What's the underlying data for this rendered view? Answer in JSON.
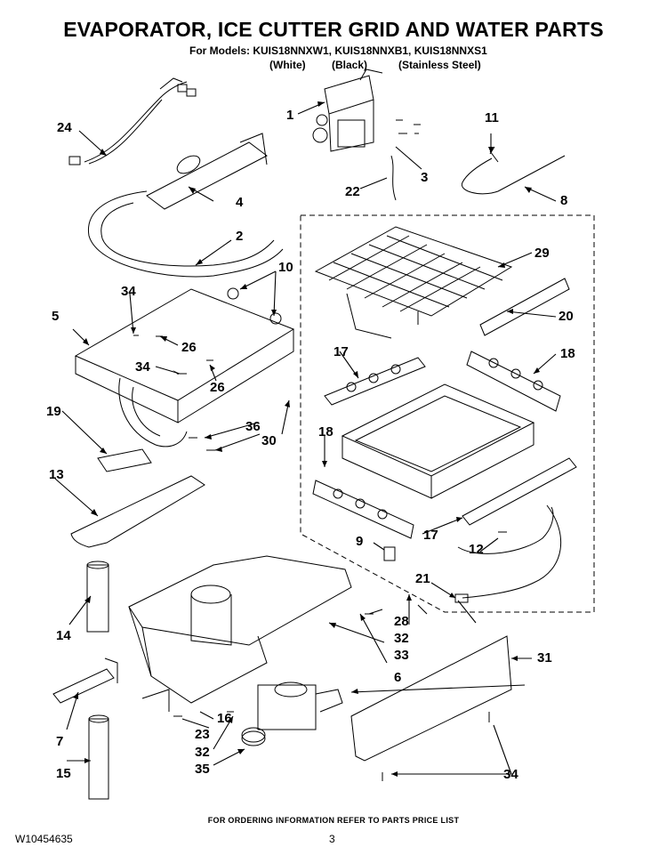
{
  "title": "EVAPORATOR, ICE CUTTER GRID AND WATER PARTS",
  "models_line": "For Models: KUIS18NNXW1, KUIS18NNXB1, KUIS18NNXS1",
  "colors": [
    "(White)",
    "(Black)",
    "(Stainless Steel)"
  ],
  "footer": "FOR ORDERING INFORMATION REFER TO PARTS PRICE LIST",
  "doc_number": "W10454635",
  "page_number": "3",
  "callouts": [
    "1",
    "2",
    "3",
    "4",
    "5",
    "6",
    "7",
    "8",
    "9",
    "10",
    "11",
    "12",
    "13",
    "14",
    "15",
    "16",
    "17",
    "17",
    "18",
    "18",
    "19",
    "20",
    "21",
    "22",
    "23",
    "24",
    "26",
    "26",
    "28",
    "29",
    "30",
    "31",
    "32",
    "32",
    "33",
    "34",
    "34",
    "34",
    "35",
    "36"
  ]
}
